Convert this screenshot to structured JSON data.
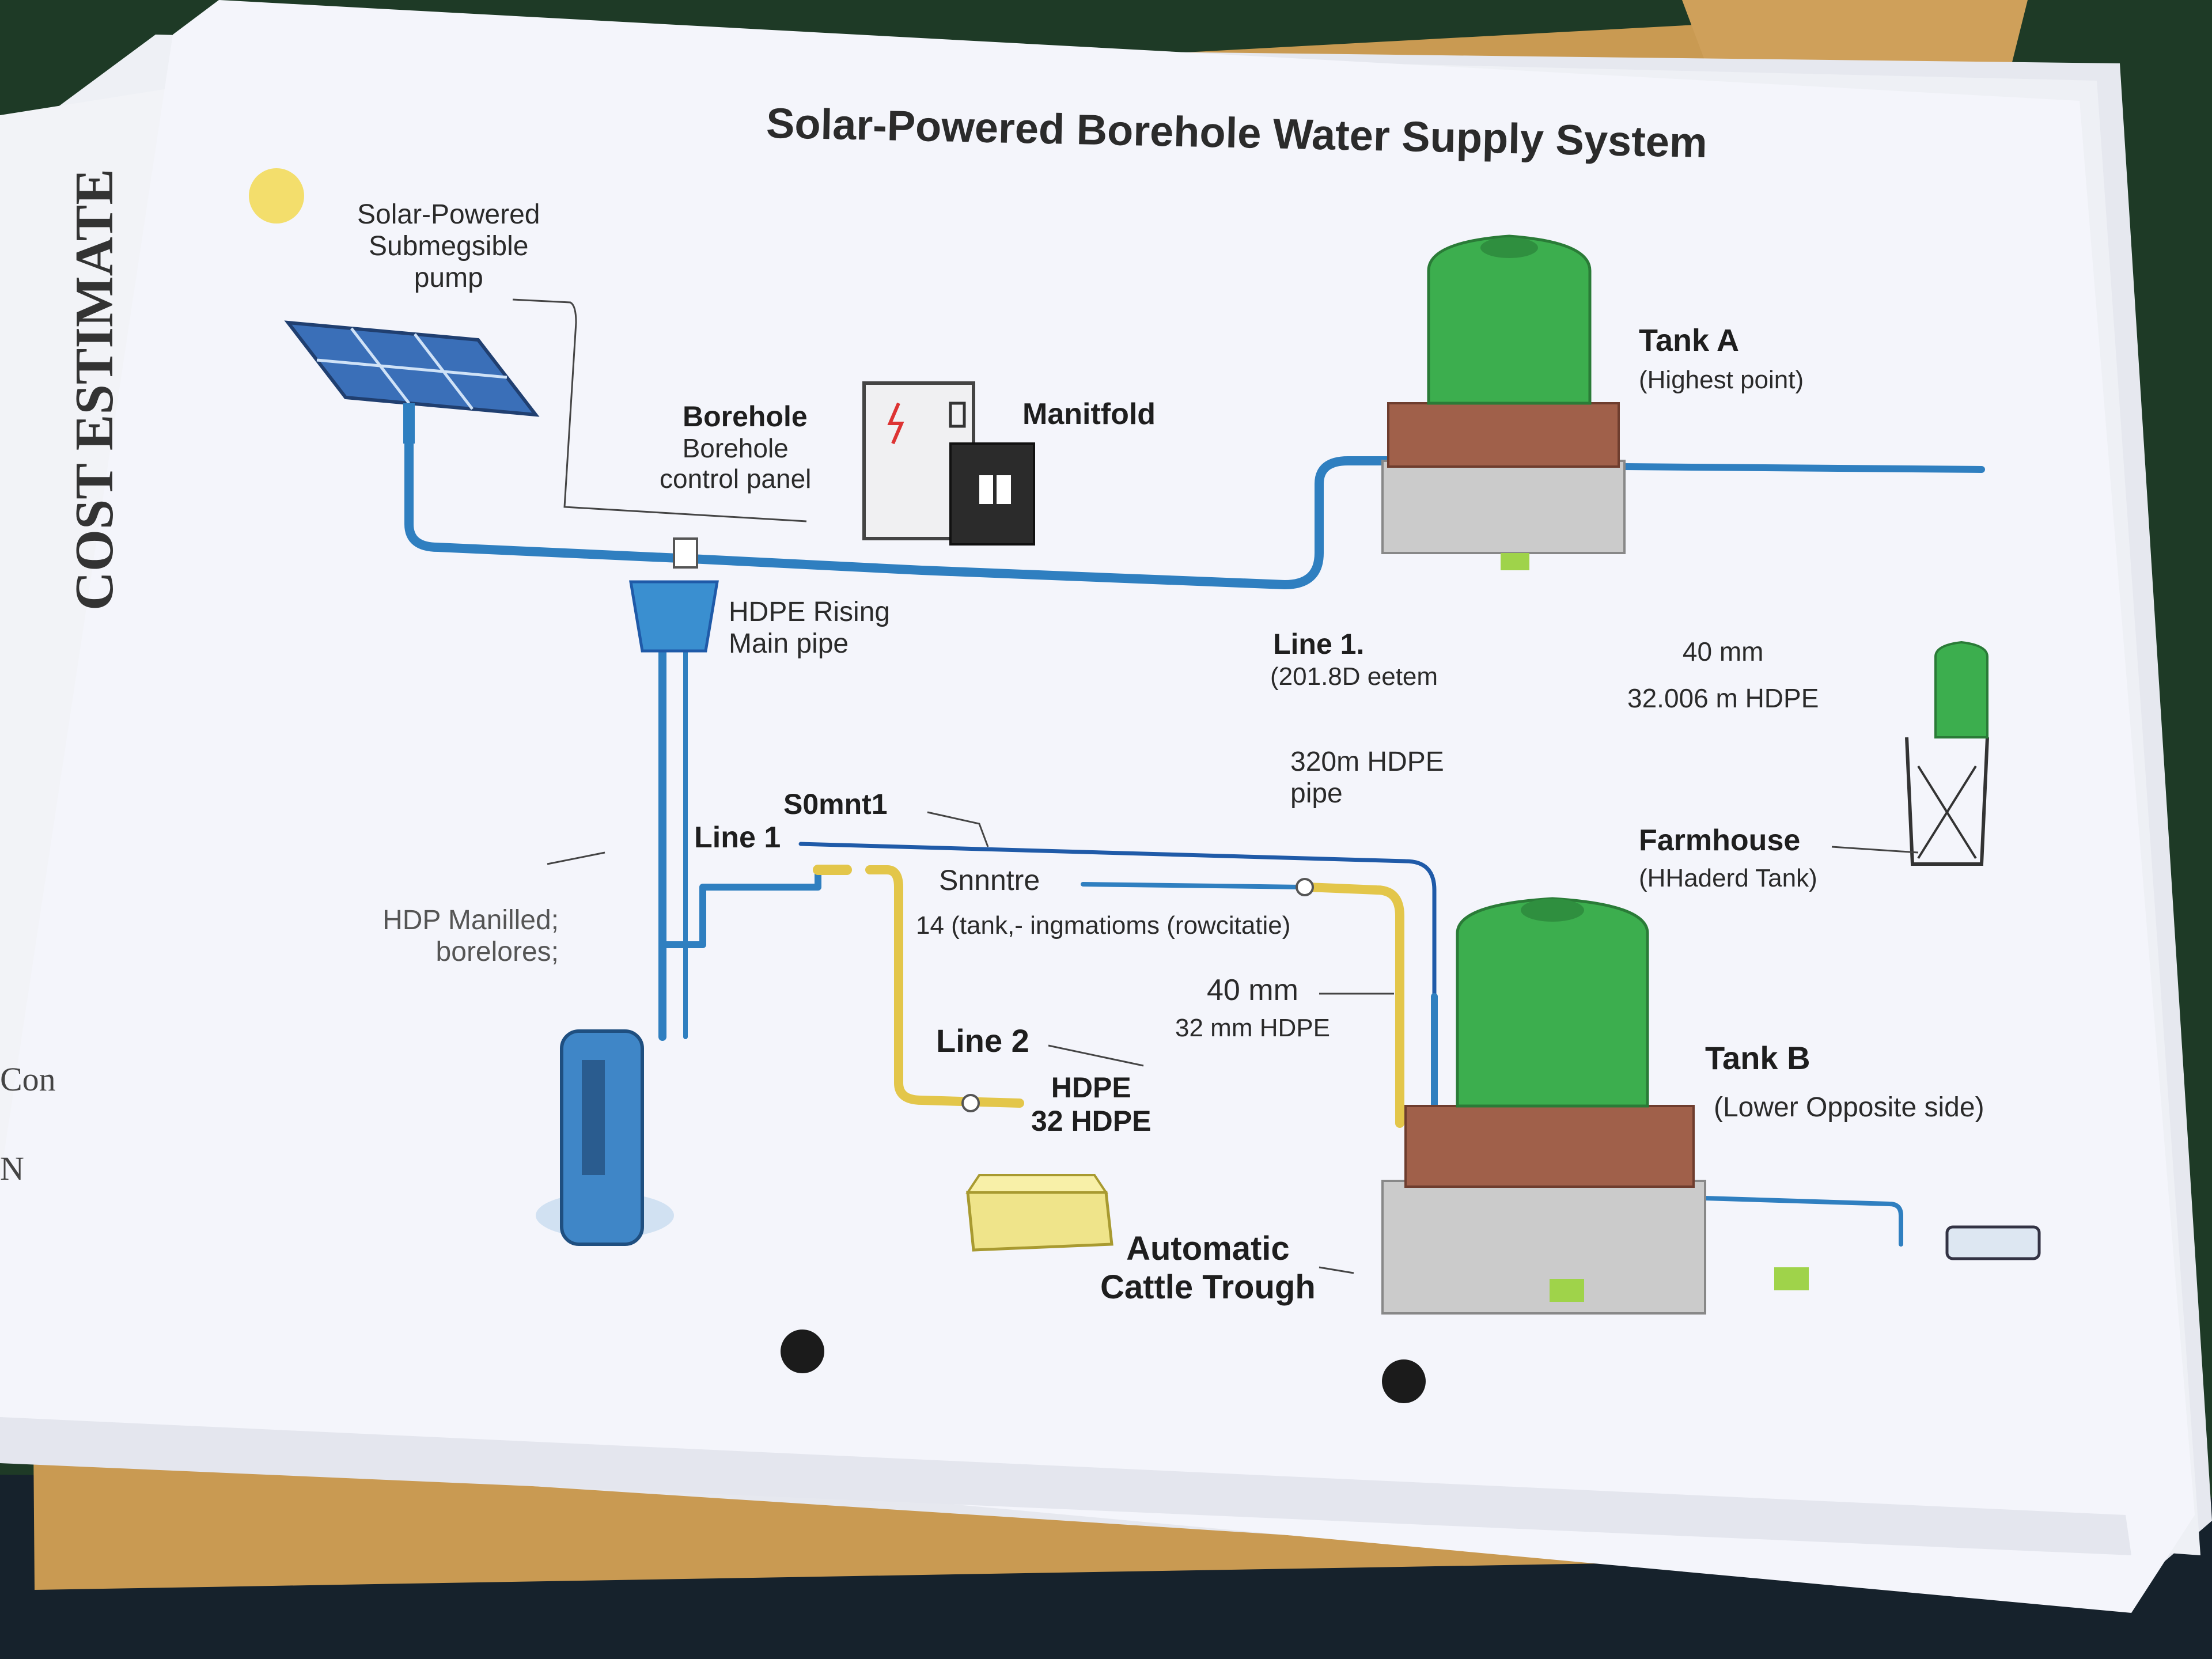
{
  "page": {
    "side_document": {
      "vertical_title": "COST ESTIMATE",
      "fragments": [
        "Con",
        "N"
      ]
    }
  },
  "diagram": {
    "title": "Solar-Powered Borehole Water Supply System",
    "labels": {
      "solar_pump": [
        "Solar-Powered",
        "Submegsible",
        "pump"
      ],
      "borehole": "Borehole",
      "control_panel": [
        "Borehole",
        "control panel"
      ],
      "manifold": "Manitfold",
      "tank_a": {
        "name": "Tank A",
        "note": "(Highest point)"
      },
      "rising_main": [
        "HDPE Rising",
        "Main pipe"
      ],
      "line1_upper": {
        "name": "Line 1.",
        "note": "(201.8D eetem"
      },
      "farmhouse_spec": [
        "40 mm",
        "32.006 m HDPE"
      ],
      "pipe_320m": [
        "320m HDPE",
        "pipe"
      ],
      "somnt": "S0mnt1",
      "line1_lower": "Line 1",
      "snntre": "Snnntre",
      "tank_note": "14 (tank,- ingmatioms (rowcitatie)",
      "farmhouse": {
        "name": "Farmhouse",
        "note": "(HHaderd Tank)"
      },
      "hdp_manifold": [
        "HDP Manilled;",
        "borelores;"
      ],
      "spec_40mm": [
        "40 mm",
        "32 mm HDPE"
      ],
      "line2": "Line 2",
      "hdpe_32": [
        "HDPE",
        "32 HDPE"
      ],
      "tank_b": {
        "name": "Tank B",
        "note": "(Lower Opposite side)"
      },
      "cattle_trough": [
        "Automatic",
        "Cattle Trough"
      ]
    },
    "colors": {
      "pipe_blue": "#2f7fc0",
      "line_dark_blue": "#1f5aa8",
      "pipe_yellow": "#e3c64a",
      "tank_green": "#3cae4e",
      "brick": "#a0604a",
      "sun": "#f3dc5c",
      "paper": "#f4f5fb",
      "envelope": "#c99a52"
    }
  }
}
